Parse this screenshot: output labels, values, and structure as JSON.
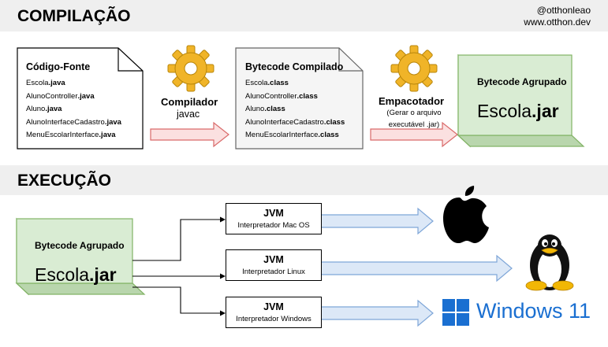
{
  "header": {
    "compile_title": "COMPILAÇÃO",
    "exec_title": "EXECUÇÃO",
    "credit_handle": "@otthonleao",
    "credit_site": "www.otthon.dev"
  },
  "source_doc": {
    "title": "Código-Fonte",
    "files": [
      {
        "name": "Escola",
        "ext": ".java"
      },
      {
        "name": "AlunoController",
        "ext": ".java"
      },
      {
        "name": "Aluno",
        "ext": ".java"
      },
      {
        "name": "AlunoInterfaceCadastro",
        "ext": ".java"
      },
      {
        "name": "MenuEscolarInterface",
        "ext": ".java"
      }
    ]
  },
  "compiler": {
    "label": "Compilador",
    "sub": "javac"
  },
  "bytecode_doc": {
    "title": "Bytecode Compilado",
    "files": [
      {
        "name": "Escola",
        "ext": ".class"
      },
      {
        "name": "AlunoController",
        "ext": ".class"
      },
      {
        "name": "Aluno",
        "ext": ".class"
      },
      {
        "name": "AlunoInterfaceCadastro",
        "ext": ".class"
      },
      {
        "name": "MenuEscolarInterface",
        "ext": ".class"
      }
    ]
  },
  "packager": {
    "label": "Empacotador",
    "note_line1": "(Gerar o arquivo",
    "note_line2": "executável .jar)"
  },
  "jar_compile": {
    "title": "Bytecode Agrupado",
    "name": "Escola",
    "ext": ".jar"
  },
  "jar_exec": {
    "title": "Bytecode Agrupado",
    "name": "Escola",
    "ext": ".jar"
  },
  "jvms": [
    {
      "title": "JVM",
      "sub": "Interpretador Mac OS"
    },
    {
      "title": "JVM",
      "sub": "Interpretador Linux"
    },
    {
      "title": "JVM",
      "sub": "Interpretador Windows"
    }
  ],
  "platforms": {
    "mac_icon": "apple-logo-icon",
    "linux_icon": "tux-penguin-icon",
    "windows_icon": "windows-logo-icon",
    "windows_label": "Windows 11"
  },
  "colors": {
    "band": "#efefef",
    "arrow_pink_fill": "#fbe0e0",
    "arrow_pink_stroke": "#d96a6a",
    "arrow_blue_fill": "#dce8f7",
    "arrow_blue_stroke": "#7ea6d8",
    "jar_fill": "#d9ecd3",
    "jar_stroke": "#82b366",
    "gear_fill": "#f0b428",
    "windows_blue": "#1a6fd1"
  }
}
